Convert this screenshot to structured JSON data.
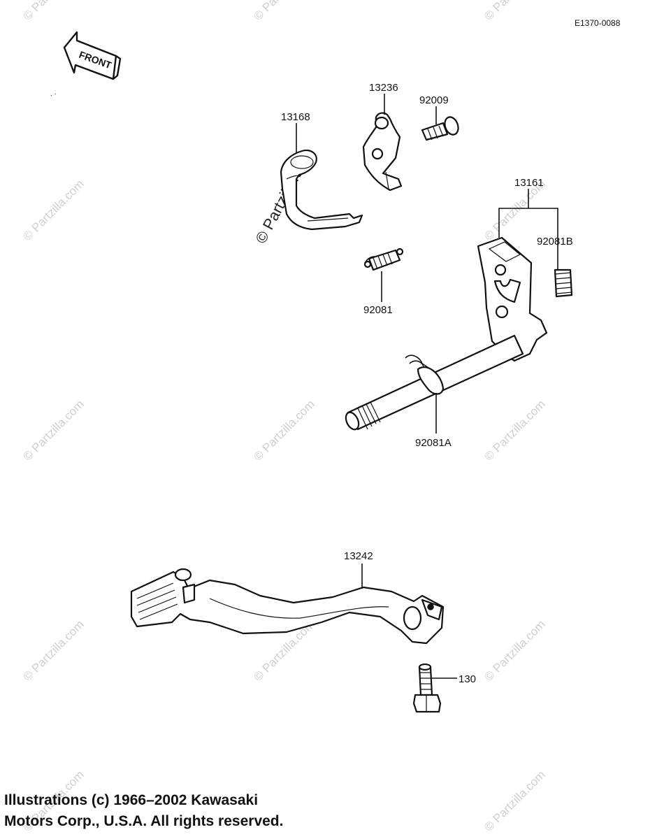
{
  "figure_ref": "E1370-0088",
  "front_indicator": "FRONT",
  "watermark_center": "© Partzilla.com",
  "watermark_tiles": [
    "© Partzilla.com",
    "© Partzilla.com",
    "© Partzilla.com",
    "© Partzilla.com",
    "© Partzilla.com",
    "© Partzilla.com",
    "© Partzilla.com",
    "© Partzilla.com",
    "© Partzilla.com",
    "© Partzilla.com",
    "© Partzilla.com",
    "© Partzilla.com",
    "© Partzilla.com"
  ],
  "parts": [
    {
      "id": "13168",
      "label": "13168"
    },
    {
      "id": "13236",
      "label": "13236"
    },
    {
      "id": "92009",
      "label": "92009"
    },
    {
      "id": "13161",
      "label": "13161"
    },
    {
      "id": "92081B",
      "label": "92081B"
    },
    {
      "id": "92081",
      "label": "92081"
    },
    {
      "id": "92081A",
      "label": "92081A"
    },
    {
      "id": "13242",
      "label": "13242"
    },
    {
      "id": "130",
      "label": "130"
    }
  ],
  "copyright": {
    "line1": "Illustrations (c) 1966–2002 Kawasaki",
    "line2": "Motors Corp., U.S.A.  All rights reserved."
  }
}
